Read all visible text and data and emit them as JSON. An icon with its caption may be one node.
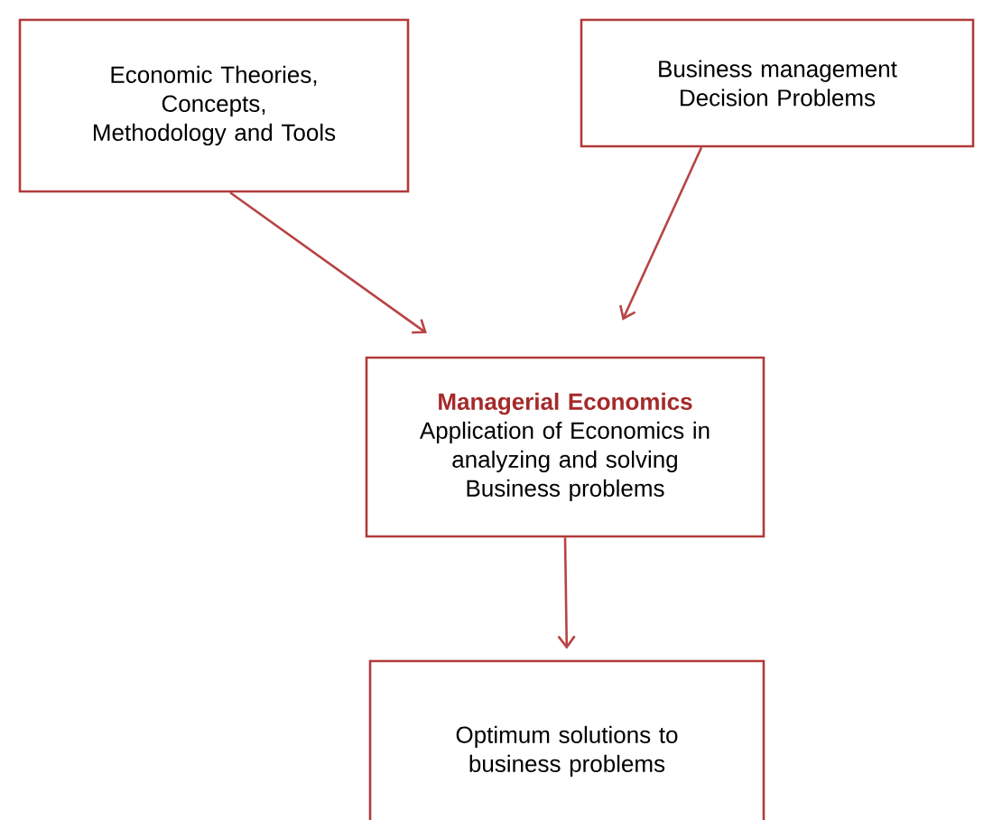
{
  "diagram": {
    "nodes": [
      {
        "text": [
          "Economic Theories, Concepts, Methodology and Tools"
        ]
      },
      {
        "text": [
          "Business management Decision Problems"
        ]
      },
      {
        "text": [
          "Managerial Economics",
          "Application of Economics in analyzing and solving Business problems"
        ]
      },
      {
        "text": [
          "Optimum solutions to business problems"
        ]
      }
    ],
    "edges": [
      {
        "from": 0,
        "to": 2,
        "arrow": "to"
      },
      {
        "from": 1,
        "to": 2,
        "arrow": "to"
      },
      {
        "from": 2,
        "to": 3,
        "arrow": "to"
      }
    ]
  }
}
